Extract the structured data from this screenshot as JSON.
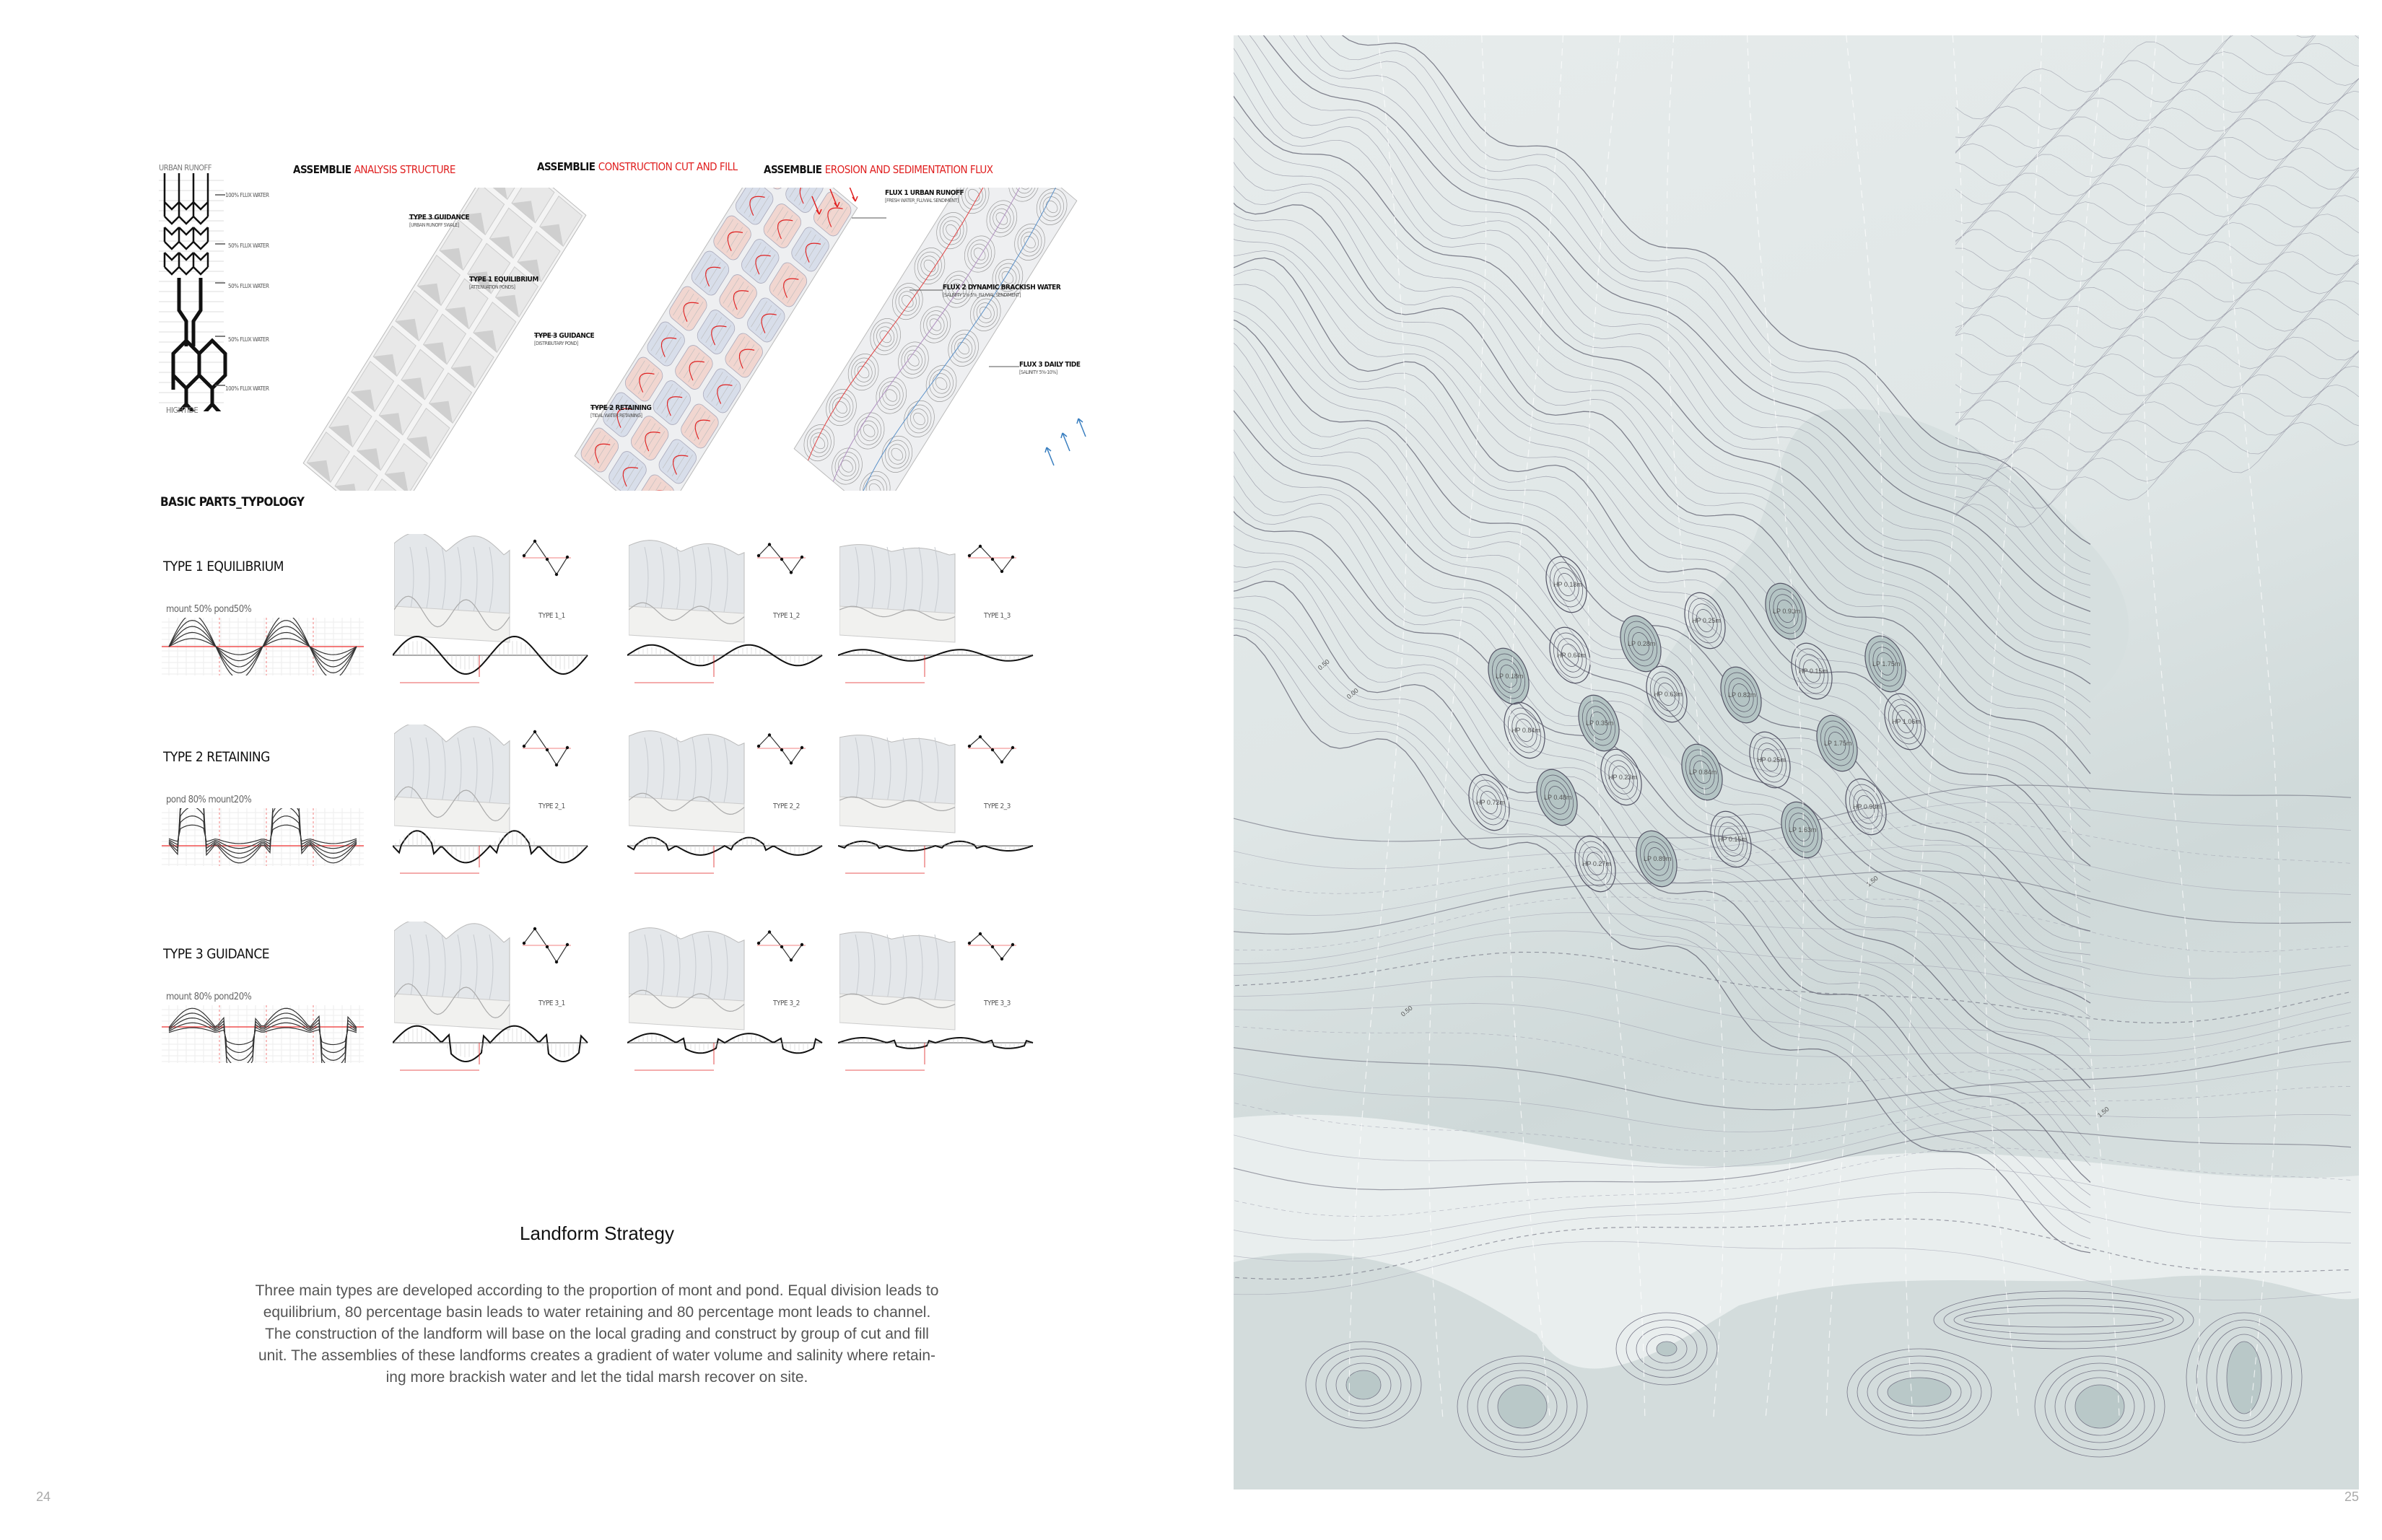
{
  "left_page": {
    "flow_diagram": {
      "top_label": "URBAN RUNOFF",
      "bottom_label": "HIGHTIDE",
      "levels": [
        "100% FLUX WATER",
        "50% FLUX WATER",
        "50% FLUX WATER",
        "50% FLUX WATER",
        "100% FLUX WATER"
      ]
    },
    "assemblies": [
      {
        "prefix": "ASSEMBLIE",
        "title": "ANALYSIS STRUCTURE",
        "callouts": [
          {
            "label": "TYPE 3 GUIDANCE",
            "sub": "[URBAN RUNOFF SWALE]"
          },
          {
            "label": "TYPE 1 EQUILIBRIUM",
            "sub": "[ATTENUATION PONDS]"
          },
          {
            "label": "TYPE 3 GUIDANCE",
            "sub": "[DISTRIBUTARY POND]"
          },
          {
            "label": "TYPE 2 RETAINING",
            "sub": "[TIDAL WATER RETAINING]"
          }
        ]
      },
      {
        "prefix": "ASSEMBLIE",
        "title": "CONSTRUCTION CUT AND FILL",
        "callouts": []
      },
      {
        "prefix": "ASSEMBLIE",
        "title": "EROSION AND SEDIMENTATION FLUX",
        "callouts": [
          {
            "label": "FLUX 1 URBAN RUNOFF",
            "sub": "[FRESH WATER_FLUVIAL SENDIMENT]"
          },
          {
            "label": "FLUX 2 DYNAMIC BRACKISH WATER",
            "sub": "[SALINITY 1%-5%_FLUVIAL SENDIMENT]"
          },
          {
            "label": "FLUX 3 DAILY TIDE",
            "sub": "[SALINITY 5%-10%]"
          }
        ]
      }
    ],
    "typology_heading": "BASIC PARTS_TYPOLOGY",
    "types": [
      {
        "title": "TYPE 1 EQUILIBRIUM",
        "ratio": "mount 50%  pond50%",
        "variants": [
          "TYPE 1_1",
          "TYPE 1_2",
          "TYPE 1_3"
        ],
        "amplitudes": [
          1,
          0.55,
          0.3
        ],
        "mode": "sine"
      },
      {
        "title": "TYPE 2 RETAINING",
        "ratio": "pond 80%  mount20%",
        "variants": [
          "TYPE 2_1",
          "TYPE 2_2",
          "TYPE 2_3"
        ],
        "amplitudes": [
          1,
          0.55,
          0.3
        ],
        "mode": "basin"
      },
      {
        "title": "TYPE 3 GUIDANCE",
        "ratio": "mount 80%  pond20%",
        "variants": [
          "TYPE 3_1",
          "TYPE 3_2",
          "TYPE 3_3"
        ],
        "amplitudes": [
          1,
          0.55,
          0.3
        ],
        "mode": "mount"
      }
    ],
    "strategy": {
      "title": "Landform Strategy",
      "lines": [
        "Three main types are developed according to the proportion of mont and pond. Equal division leads to",
        "equilibrium, 80 percentage basin leads to  water retaining and 80 percentage mont leads to channel.",
        "The construction of the landform will base on the local grading and construct by group of cut and fill",
        "unit. The assemblies of these landforms creates a gradient of water volume and salinity where retain-",
        "ing more brackish water and let the tidal marsh recover on site."
      ]
    },
    "page_number": "24"
  },
  "right_page": {
    "map_labels": [
      "HP 0.18m",
      "LP 0.93m",
      "HP 0.25m",
      "LP 0.28m",
      "HP 0.64m",
      "HP 0.15m",
      "LP 1.75m",
      "LP 0.18m",
      "HP 0.63m",
      "LP 0.82m",
      "HP 1.06m",
      "LP 0.35m",
      "HP 0.84m",
      "LP 1.75m",
      "HP 0.25m",
      "LP 0.84m",
      "HP 0.23m",
      "LP 0.48m",
      "HP 0.72m",
      "HP 0.98m",
      "LP 1.63m",
      "HP 0.15m",
      "LP 0.89m",
      "HP 0.27m"
    ],
    "contour_labels": [
      "0.50",
      "0.00",
      "0.50",
      "1.50",
      "1.50"
    ],
    "page_number": "25"
  },
  "colors": {
    "accent_red": "#e02020",
    "map_bg": "#dfe7e7",
    "map_dark": "#9fb2b2",
    "flux_blue": "#3a7fc0"
  }
}
